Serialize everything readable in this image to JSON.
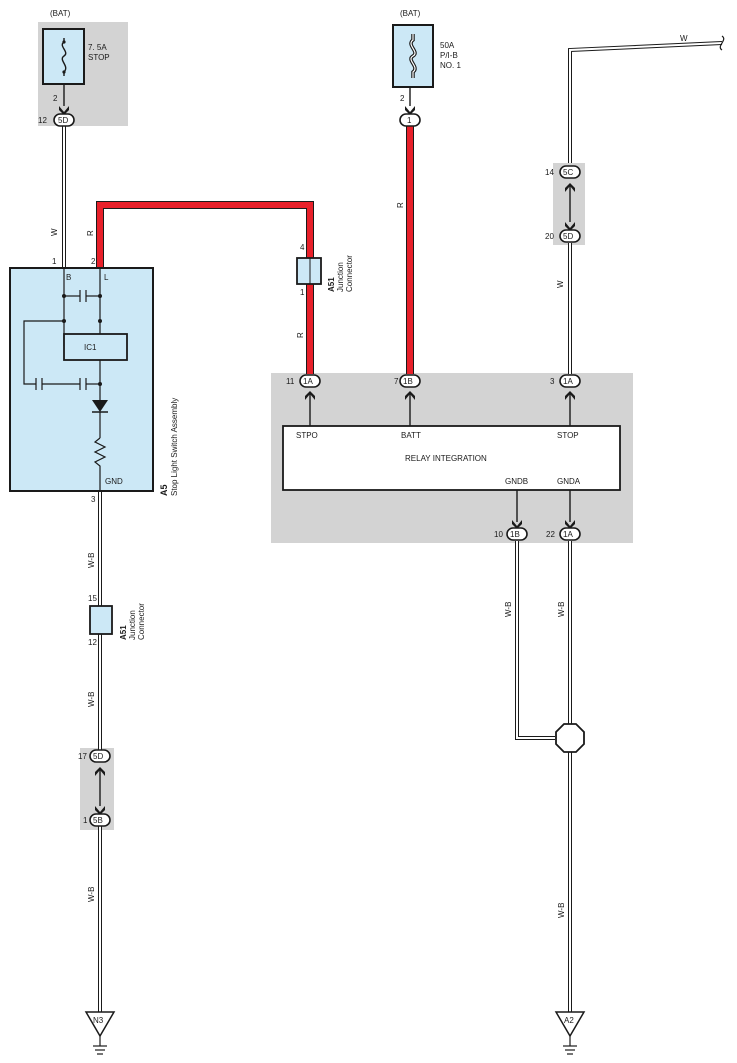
{
  "colors": {
    "red_wire": "#e8202a",
    "box_fill": "#cce8f6",
    "panel_gray": "#d3d3d3",
    "line": "#1a1a1a"
  },
  "fuse_stop": {
    "source": "(BAT)",
    "rating": "7. 5A",
    "name": "STOP",
    "pin_top": "2",
    "pin_conn": "12",
    "conn": "5D"
  },
  "fuse_pib": {
    "source": "(BAT)",
    "rating": "50A",
    "name": "P/I-B",
    "number": "NO. 1",
    "pin_top": "2",
    "conn": "1"
  },
  "top_right": {
    "wire": "W"
  },
  "joint_5c5d": {
    "pin_a": "14",
    "conn_a": "5C",
    "pin_b": "20",
    "conn_b": "5D"
  },
  "switch": {
    "id": "A5",
    "name": "Stop Light Switch Assembly",
    "pin1": "1",
    "pin2": "2",
    "pin3": "3",
    "term_b": "B",
    "term_l": "L",
    "ic": "IC1",
    "gnd": "GND"
  },
  "jc_top": {
    "id": "A51",
    "name_line1": "Junction",
    "name_line2": "Connector",
    "pin_a": "4",
    "pin_b": "1"
  },
  "jc_left": {
    "id": "A51",
    "name_line1": "Junction",
    "name_line2": "Connector",
    "pin_a": "15",
    "pin_b": "12"
  },
  "relay": {
    "name": "RELAY INTEGRATION",
    "stpo": "STPO",
    "batt": "BATT",
    "stop": "STOP",
    "gndb": "GNDB",
    "gnda": "GNDA",
    "pin_stpo": "11",
    "conn_stpo": "1A",
    "pin_batt": "7",
    "conn_batt": "1B",
    "pin_stop": "3",
    "conn_stop": "1A",
    "pin_gndb": "10",
    "conn_gndb": "1B",
    "pin_gnda": "22",
    "conn_gnda": "1A"
  },
  "joint_5d5b": {
    "pin_a": "17",
    "conn_a": "5D",
    "pin_b": "1",
    "conn_b": "5B"
  },
  "wire_labels": {
    "w": "W",
    "r": "R",
    "wb": "W-B"
  },
  "grounds": {
    "left": "N3",
    "right": "A2"
  }
}
